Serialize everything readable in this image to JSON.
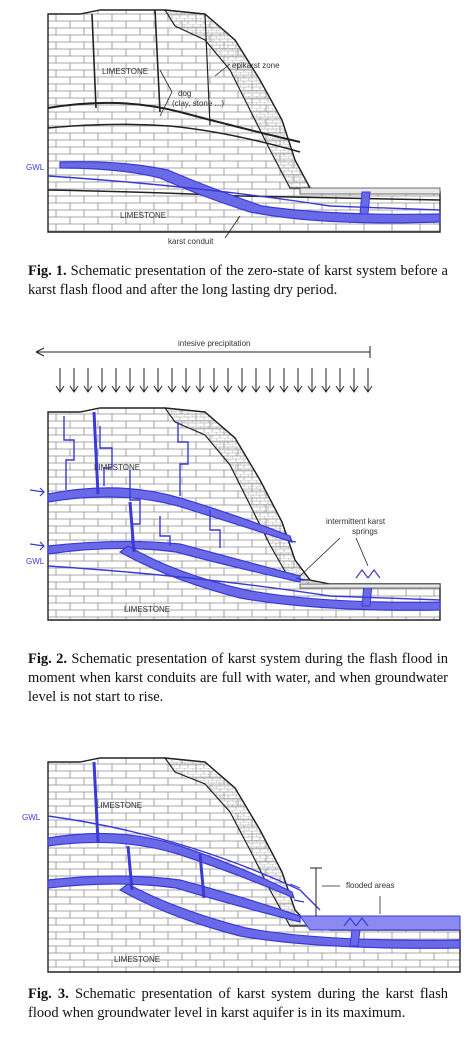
{
  "fig1": {
    "labels": {
      "epikarst": "epikarst zone",
      "limestone_top": "LIMESTONE",
      "dog": "dog",
      "dog_detail": "(clay, stone ...)",
      "gwl": "GWL",
      "limestone_bottom": "LIMESTONE",
      "conduit": "karst conduit"
    },
    "caption_num": "Fig. 1.",
    "caption_text": "Schematic presentation of the zero-state of karst system before a karst flash flood and after the long lasting dry period."
  },
  "fig2": {
    "labels": {
      "precip": "intesive precipitation",
      "limestone_top": "LIMESTONE",
      "springs1": "intermittent karst",
      "springs2": "springs",
      "gwl": "GWL",
      "limestone_bottom": "LIMESTONE"
    },
    "caption_num": "Fig. 2.",
    "caption_text": "Schematic presentation of karst system during the flash flood in moment when karst conduits are full with water, and when groundwater level is not start to rise."
  },
  "fig3": {
    "labels": {
      "gwl": "GWL",
      "limestone_top": "LIMESTONE",
      "flooded": "flooded areas",
      "limestone_bottom": "LIMESTONE"
    },
    "caption_num": "Fig. 3.",
    "caption_text": "Schematic presentation of karst system during the karst flash flood when groundwater level in karst aquifer is in its maximum."
  },
  "colors": {
    "water": "#3a3ad6",
    "water_fill": "#6a6ae8",
    "rock": "#222222",
    "joint": "#8a8a8a"
  }
}
